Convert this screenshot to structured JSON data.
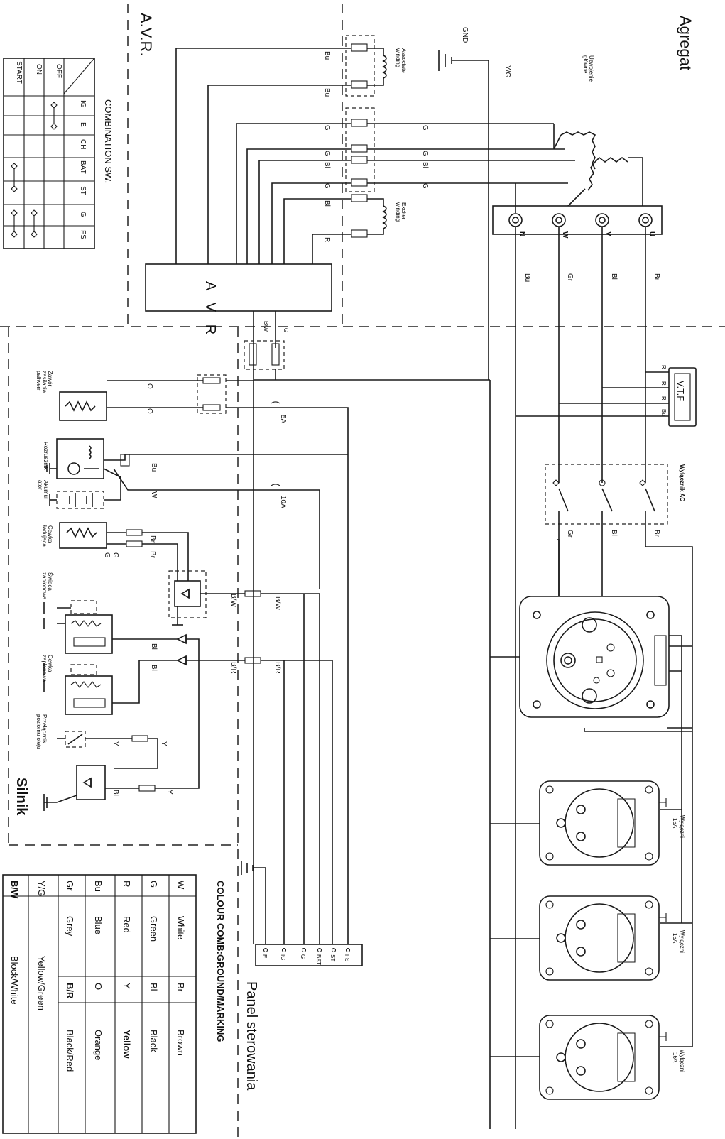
{
  "sections": {
    "agregat": "Agregat",
    "avr_section": "A.V.R.",
    "silnik": "Silnik",
    "panel": "Panel sterowania"
  },
  "components": {
    "uzwojenie_glowne": [
      "Uzwojenie",
      "główne"
    ],
    "gnd": "GND",
    "yg": "Y/G",
    "associate_winding": [
      "Associate",
      "winding"
    ],
    "exciter_winding": [
      "Exciter",
      "winding"
    ],
    "avr_box": "A V R",
    "vtf": "V.T.F",
    "wylacznik_ac": "Wyłącznik AC",
    "zawor": [
      "Zawór",
      "zasilania",
      "paliwem"
    ],
    "rozrusznik": [
      "Rozrusznik"
    ],
    "akumulator": [
      "Akumul",
      "ator"
    ],
    "cewka_ladujaca": [
      "Cewka",
      "ładująca"
    ],
    "swieca": [
      "Świeca",
      "zapłonowa"
    ],
    "cewka_zaplonowa": [
      "Cewka",
      "zapłonowa"
    ],
    "przelacznik_oleju": [
      "Przełącznik",
      "poziomu oleju"
    ],
    "fuse_5a": "5A",
    "fuse_10a": "10A",
    "breaker_label": "Wyłączni",
    "breaker_rating": "16A"
  },
  "terminals": [
    "U",
    "V",
    "W",
    "N"
  ],
  "panel_terminals": [
    "FS",
    "ST",
    "BAT",
    "G",
    "IG",
    "E"
  ],
  "wire_labels": {
    "bu": "Bu",
    "g": "G",
    "bl": "Bl",
    "r": "R",
    "br": "Br",
    "gr": "Gr",
    "o": "O",
    "w": "W",
    "bw": "B/W",
    "br_slash": "B/R",
    "y": "Y"
  },
  "combination_switch": {
    "title": "COMBINATION SW.",
    "columns": [
      "IG",
      "E",
      "CH",
      "BAT",
      "ST",
      "G",
      "FS"
    ],
    "rows": [
      "OFF",
      "ON",
      "START"
    ]
  },
  "colour_table": {
    "title": "COLOUR COMB:GROUND/MARKING",
    "rows": [
      [
        "W",
        "White",
        "Br",
        "Brown"
      ],
      [
        "G",
        "Green",
        "Bl",
        "Black"
      ],
      [
        "R",
        "Red",
        "Y",
        "Yellow"
      ],
      [
        "Bu",
        "Blue",
        "O",
        "Orange"
      ],
      [
        "Gr",
        "Grey",
        "B/R",
        "Black/Red"
      ],
      [
        "Y/G",
        "Yellow/Green"
      ],
      [
        "B/W",
        "Block/White"
      ]
    ]
  }
}
